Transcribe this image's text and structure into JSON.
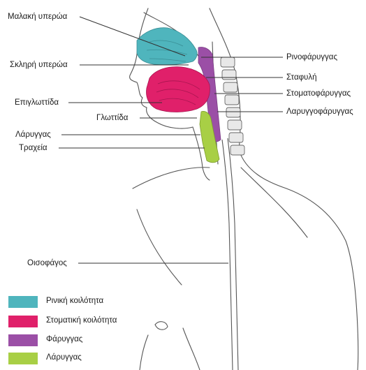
{
  "labels": {
    "soft_palate": "Μαλακή υπερώα",
    "hard_palate": "Σκληρή υπερώα",
    "epiglottis": "Επιγλωττίδα",
    "glottis": "Γλωττίδα",
    "larynx": "Λάρυγγας",
    "trachea": "Τραχεία",
    "esophagus": "Οισοφάγος",
    "nasopharynx": "Ρινοφάρυγγας",
    "uvula": "Σταφυλή",
    "oropharynx": "Στοματοφάρυγγας",
    "laryngopharynx": "Λαρυγγοφάρυγγας"
  },
  "legend": [
    {
      "label": "Ρινική κοιλότητα",
      "color": "#4fb5bd"
    },
    {
      "label": "Στοματική κοιλότητα",
      "color": "#e0206a"
    },
    {
      "label": "Φάρυγγας",
      "color": "#9b4fa6"
    },
    {
      "label": "Λάρυγγας",
      "color": "#a8cf45"
    }
  ],
  "colors": {
    "nasal": "#4fb5bd",
    "oral": "#e0206a",
    "pharynx": "#9b4fa6",
    "larynx": "#a8cf45",
    "outline": "#555555",
    "leader": "#333333"
  }
}
